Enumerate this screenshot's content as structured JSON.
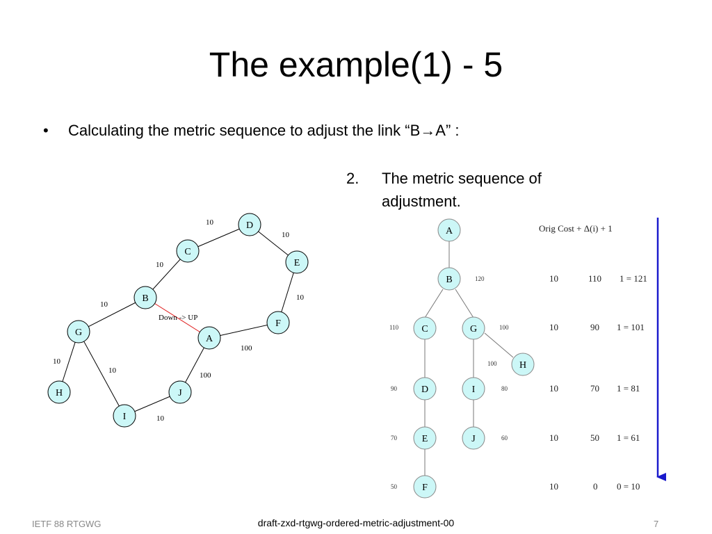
{
  "slide": {
    "title": "The example(1) - 5",
    "bullet_symbol": "•",
    "bullet_before": "Calculating the metric sequence to adjust the link “B",
    "bullet_arrow": "→",
    "bullet_after": "A” :",
    "step_number": "2.",
    "step_text": "The metric sequence of adjustment."
  },
  "graph": {
    "nodes": [
      "D",
      "C",
      "E",
      "B",
      "F",
      "G",
      "A",
      "H",
      "J",
      "I"
    ],
    "edges": [
      {
        "from": "C",
        "to": "D",
        "weight": "10"
      },
      {
        "from": "D",
        "to": "E",
        "weight": "10"
      },
      {
        "from": "B",
        "to": "C",
        "weight": "10"
      },
      {
        "from": "E",
        "to": "F",
        "weight": "10"
      },
      {
        "from": "G",
        "to": "B",
        "weight": "10"
      },
      {
        "from": "B",
        "to": "A",
        "weight": "",
        "label": "Down -> UP"
      },
      {
        "from": "A",
        "to": "F",
        "weight": "100"
      },
      {
        "from": "G",
        "to": "H",
        "weight": "10"
      },
      {
        "from": "G",
        "to": "I",
        "weight": "10"
      },
      {
        "from": "J",
        "to": "A",
        "weight": "100"
      },
      {
        "from": "I",
        "to": "J",
        "weight": "10"
      }
    ]
  },
  "tree": {
    "header": "Orig Cost + Δ(i) + 1",
    "nodes": [
      {
        "name": "A",
        "metric": ""
      },
      {
        "name": "B",
        "metric": "120"
      },
      {
        "name": "C",
        "metric": "110"
      },
      {
        "name": "G",
        "metric": "100"
      },
      {
        "name": "H",
        "metric": "100"
      },
      {
        "name": "D",
        "metric": "90"
      },
      {
        "name": "I",
        "metric": "80"
      },
      {
        "name": "E",
        "metric": "70"
      },
      {
        "name": "J",
        "metric": "60"
      },
      {
        "name": "F",
        "metric": "50"
      }
    ],
    "rows": [
      {
        "orig": "10",
        "delta": "110",
        "result": "1 = 121"
      },
      {
        "orig": "10",
        "delta": "90",
        "result": "1 = 101"
      },
      {
        "orig": "10",
        "delta": "70",
        "result": "1 = 81"
      },
      {
        "orig": "10",
        "delta": "50",
        "result": "1 = 61"
      },
      {
        "orig": "10",
        "delta": "0",
        "result": "0 = 10"
      }
    ]
  },
  "colors": {
    "node_fill": "#ccf7f7",
    "highlight_edge": "#e02020",
    "sequence_arrow": "#1a1acc"
  },
  "footer": {
    "left": "IETF 88 RTGWG",
    "center": "draft-zxd-rtgwg-ordered-metric-adjustment-00",
    "right": "7"
  }
}
